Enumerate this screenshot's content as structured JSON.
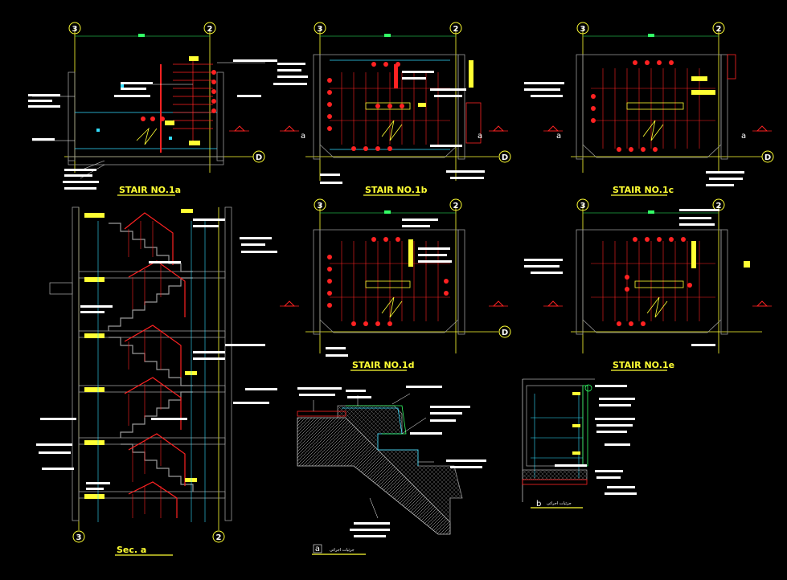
{
  "drawing": {
    "background": "#000000",
    "colors": {
      "yellow": "#ffff33",
      "red": "#ff2222",
      "cyan": "#33ddff",
      "white": "#ffffff",
      "green": "#33ff66",
      "blue": "#3366ff",
      "magenta": "#ff44ff",
      "grey": "#999999"
    },
    "titles": {
      "stair_1a": "STAIR NO.1a",
      "stair_1b": "STAIR NO.1b",
      "stair_1c": "STAIR NO.1c",
      "stair_1d": "STAIR NO.1d",
      "stair_1e": "STAIR NO.1e",
      "section": "Sec.  a",
      "detail_a_num": "a",
      "detail_a_text": "جزئیات اجرائی",
      "detail_b_num": "b",
      "detail_b_text": "جزئیات اجرائی"
    },
    "grid_labels": {
      "g3": "3",
      "g2": "2",
      "gD": "D",
      "sa": "a"
    }
  }
}
